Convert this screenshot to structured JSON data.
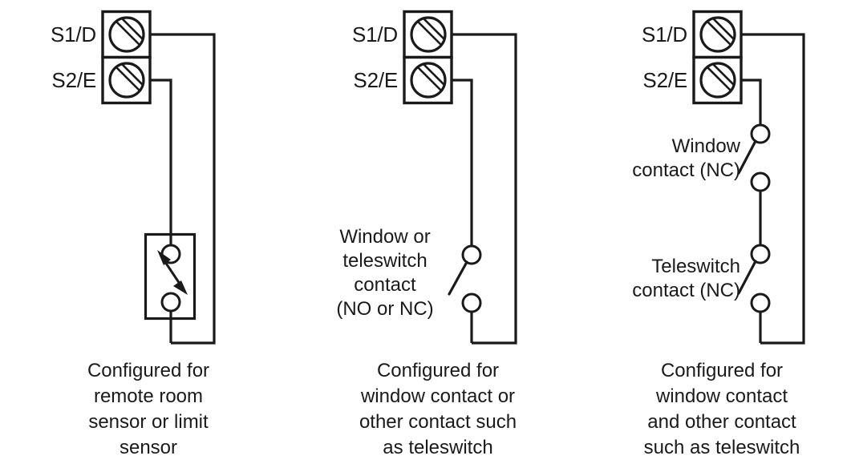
{
  "figure": {
    "title": "Terminal wiring configuration diagrams",
    "line_color": "#1a1a1a",
    "background": "#ffffff"
  },
  "diagrams": [
    {
      "id": "remote-room-sensor",
      "terminals": [
        {
          "name": "terminal-s1d",
          "label": "S1/D",
          "screw": "slotted-screw-icon"
        },
        {
          "name": "terminal-s2e",
          "label": "S2/E",
          "screw": "slotted-screw-icon"
        }
      ],
      "component": {
        "type": "variable-sensor",
        "symbol": "double-arrow-diagonal",
        "terminal_count": 2
      },
      "caption": [
        "Configured for",
        "remote room",
        "sensor or limit",
        "sensor"
      ]
    },
    {
      "id": "window-or-teleswitch-contact",
      "terminals": [
        {
          "name": "terminal-s1d",
          "label": "S1/D",
          "screw": "slotted-screw-icon"
        },
        {
          "name": "terminal-s2e",
          "label": "S2/E",
          "screw": "slotted-screw-icon"
        }
      ],
      "component": {
        "type": "single-contact-switch",
        "symbol": "open-blade-switch",
        "terminal_count": 2
      },
      "inline_labels": [
        {
          "name": "window-or-teleswitch-contact-label",
          "lines": [
            "Window or",
            "teleswitch",
            "contact",
            "(NO or NC)"
          ]
        }
      ],
      "caption": [
        "Configured for",
        "window contact or",
        "other contact such",
        "as teleswitch"
      ]
    },
    {
      "id": "window-and-teleswitch-contacts",
      "terminals": [
        {
          "name": "terminal-s1d",
          "label": "S1/D",
          "screw": "slotted-screw-icon"
        },
        {
          "name": "terminal-s2e",
          "label": "S2/E",
          "screw": "slotted-screw-icon"
        }
      ],
      "component": {
        "type": "series-contact-switches",
        "symbol": "open-blade-switch",
        "switch_count": 2,
        "terminal_count": 4
      },
      "inline_labels": [
        {
          "name": "window-contact-label",
          "lines": [
            "Window",
            "contact (NC)"
          ]
        },
        {
          "name": "teleswitch-contact-label",
          "lines": [
            "Teleswitch",
            "contact (NC)"
          ]
        }
      ],
      "caption": [
        "Configured for",
        "window contact",
        "and other contact",
        "such as teleswitch"
      ]
    }
  ]
}
